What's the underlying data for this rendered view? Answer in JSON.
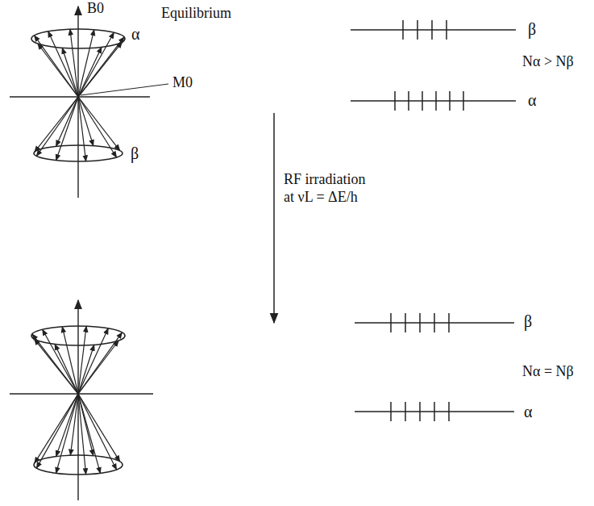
{
  "diagram": {
    "labels": [
      "B0",
      "Equilibrium",
      "α",
      "M0",
      "β",
      "β",
      "Nα > Nβ",
      "α",
      "RF irradiation at νL = ΔE/h",
      "β",
      "Nα = Nβ",
      "α"
    ]
  }
}
